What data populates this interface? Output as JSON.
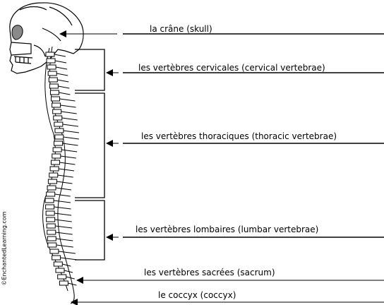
{
  "labels": {
    "skull": "la crâne (skull)",
    "cervical": "les vertèbres cervicales (cervical vertebrae)",
    "thoracic": "les vertèbres thoraciques (thoracic vertebrae)",
    "lumbar": "les vertèbres lombaires (lumbar vertebrae)",
    "sacrum": "les vertèbres sacrées (sacrum)",
    "coccyx": "le coccyx (coccyx)"
  },
  "copyright": "©EnchantedLearning.com",
  "colors": {
    "ink": "#000000",
    "paper": "#ffffff",
    "orbit": "#8a8a8a"
  }
}
